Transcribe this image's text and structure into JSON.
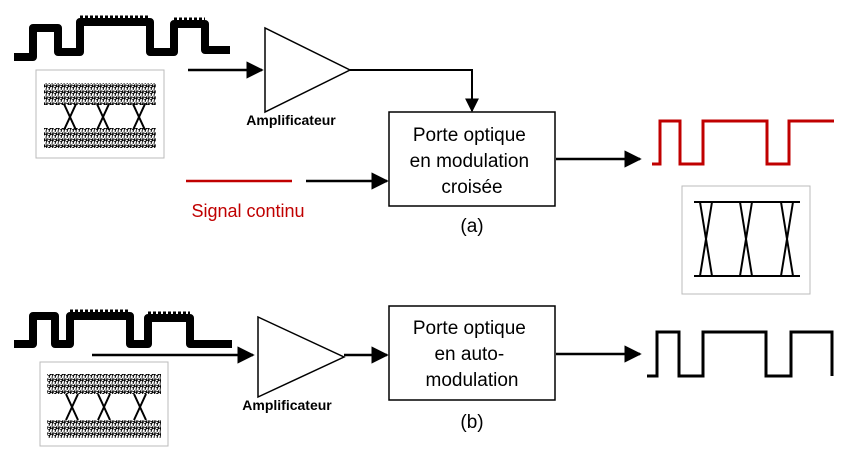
{
  "diagram": {
    "a": {
      "amplifier_label": "Amplificateur",
      "gate_lines": [
        "Porte optique",
        "en modulation",
        "croisée"
      ],
      "cw_label": "Signal continu",
      "caption": "(a)"
    },
    "b": {
      "amplifier_label": "Amplificateur",
      "gate_lines": [
        "Porte optique",
        "en auto-",
        "modulation"
      ],
      "caption": "(b)"
    },
    "colors": {
      "line": "#000000",
      "signal_red": "#c00000"
    }
  }
}
